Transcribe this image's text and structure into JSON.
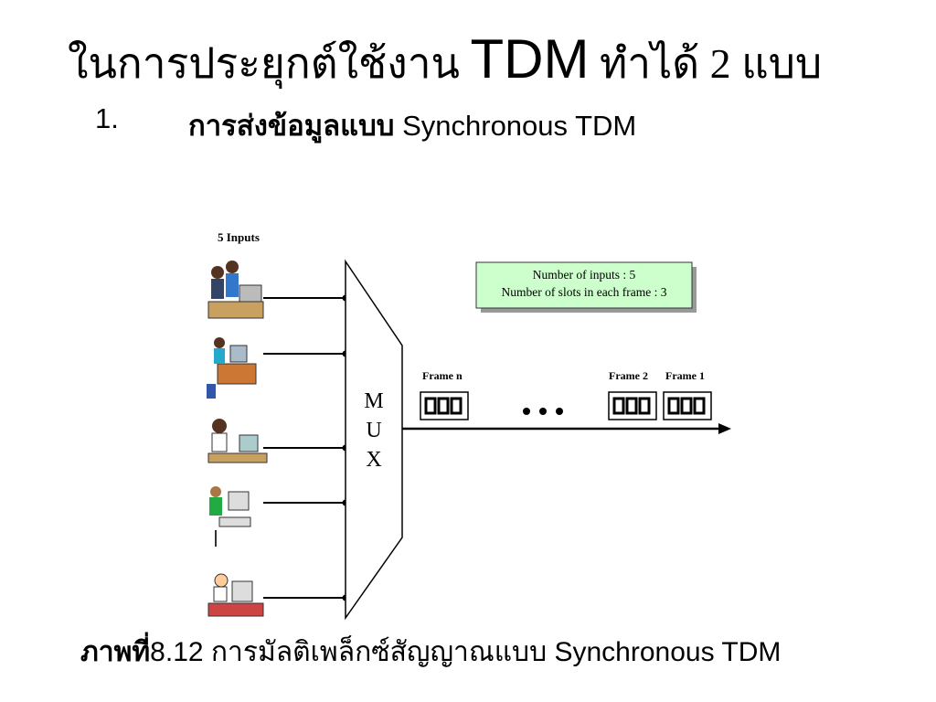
{
  "title": {
    "prefix": "ในการประยุกต์ใช้งาน ",
    "tdm": "TDM",
    "suffix": " ทำได้ 2 แบบ"
  },
  "subtitle": {
    "number": "1.",
    "bold": "การส่งข้อมูลแบบ",
    "rest": " Synchronous TDM"
  },
  "diagram": {
    "inputs_label": "5 Inputs",
    "input_count": 5,
    "mux_letters": [
      "M",
      "U",
      "X"
    ],
    "info_box": {
      "line1": "Number of inputs : 5",
      "line2": "Number of slots in each frame : 3",
      "bg_color": "#ccffcc"
    },
    "frames": [
      {
        "label": "Frame n"
      },
      {
        "label": "Frame 2"
      },
      {
        "label": "Frame 1"
      }
    ],
    "slots_per_frame": 3
  },
  "caption": {
    "bold": "ภาพที่",
    "rest": "8.12 การมัลติเพล็กซ์สัญญาณแบบ Synchronous TDM"
  }
}
